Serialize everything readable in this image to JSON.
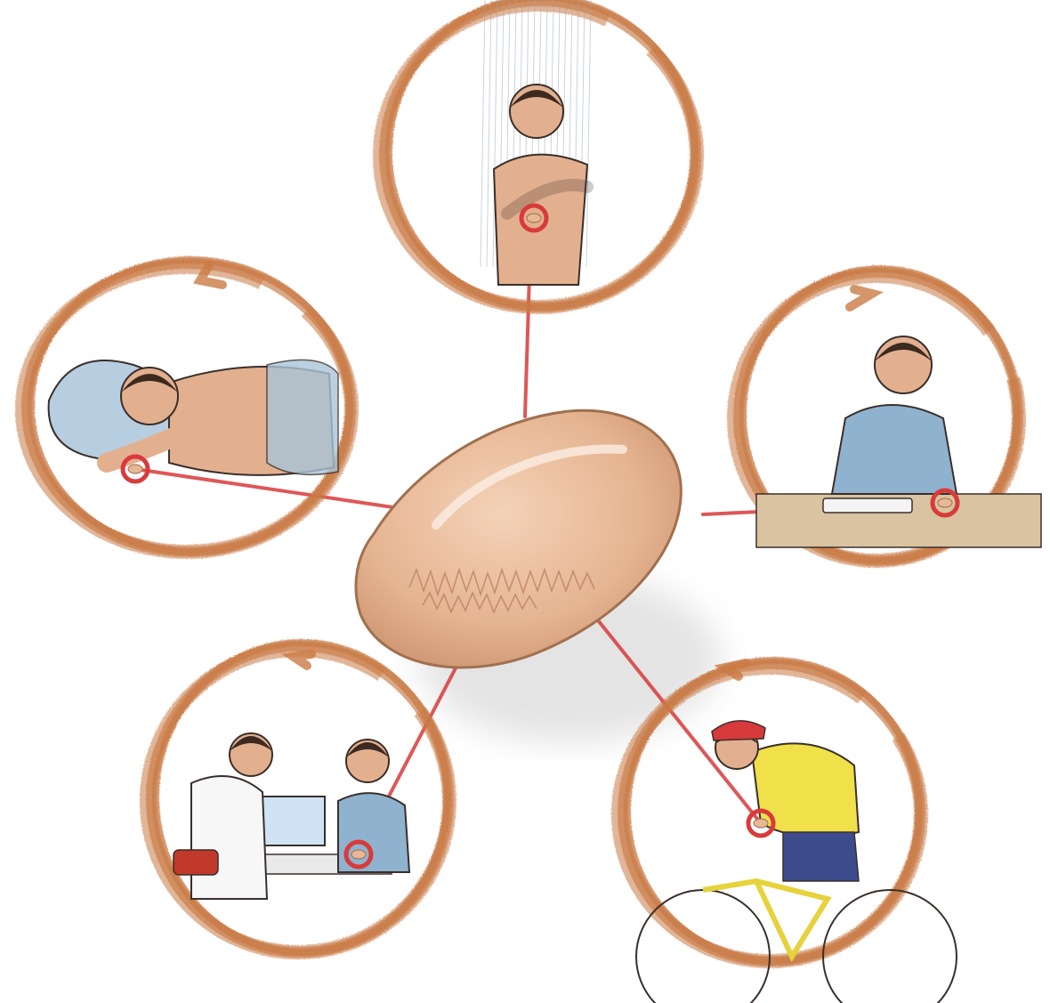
{
  "device": {
    "name": "implantable-sensor-patch",
    "fill": "#e8b896",
    "edge": "#a0704f",
    "shadow": "#cfcfcf"
  },
  "connector": {
    "color": "#d93a3a"
  },
  "ring_color": "#c97a45",
  "scenes": [
    {
      "id": "shower",
      "icon": "person-showering-icon",
      "skin": "#e3b08f",
      "accent": "#9aa7b8"
    },
    {
      "id": "sleep",
      "icon": "person-sleeping-icon",
      "skin": "#e3b08f",
      "accent": "#a9c4d8"
    },
    {
      "id": "typing",
      "icon": "person-typing-at-keyboard-icon",
      "skin": "#e3b08f",
      "accent": "#8fb2cf"
    },
    {
      "id": "doctor",
      "icon": "doctor-reading-device-icon",
      "skin": "#e3b08f",
      "accent": "#8fb2cf"
    },
    {
      "id": "cycling",
      "icon": "person-cycling-icon",
      "skin": "#e3b08f",
      "accent": "#f0e04a"
    }
  ]
}
